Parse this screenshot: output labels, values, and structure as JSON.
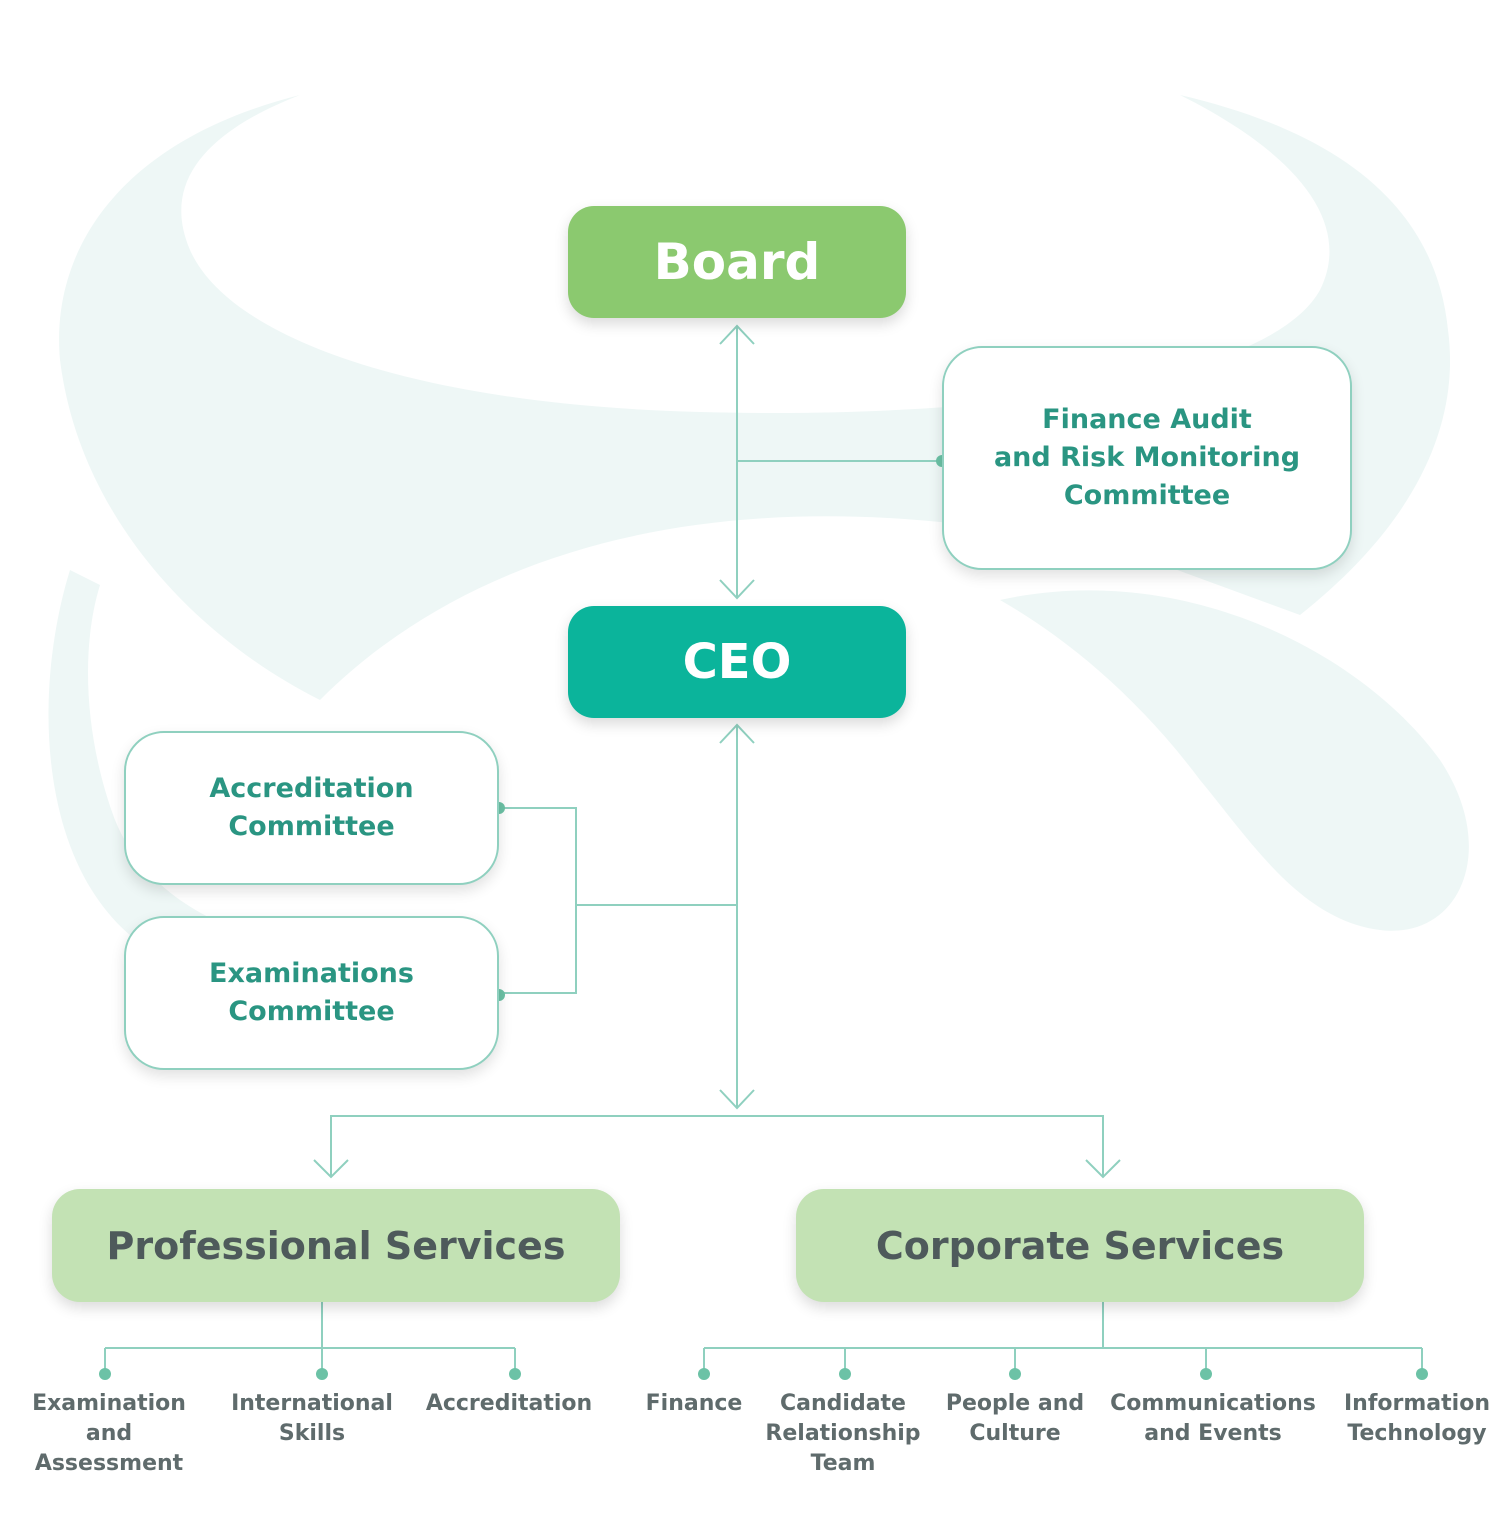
{
  "colors": {
    "board": "#8bc96f",
    "ceo": "#0bb49b",
    "committee_text": "#2a9582",
    "committee_border": "#8fd0bf",
    "service_fill": "#c3e2b4",
    "service_text": "#4e5a5b",
    "unit_text": "#5f6b6c",
    "connector": "#8fd0bf",
    "connector_dot": "#6cc2a6",
    "background_swirl": "#eef7f6"
  },
  "board": {
    "label": "Board"
  },
  "ceo": {
    "label": "CEO"
  },
  "committees": {
    "finance_audit": "Finance Audit\nand Risk Monitoring\nCommittee",
    "accreditation": "Accreditation\nCommittee",
    "examinations": "Examinations\nCommittee"
  },
  "services": {
    "professional": {
      "label": "Professional Services",
      "units": [
        "Examination\nand\nAssessment",
        "International\nSkills",
        "Accreditation"
      ]
    },
    "corporate": {
      "label": "Corporate Services",
      "units": [
        "Finance",
        "Candidate\nRelationship\nTeam",
        "People and\nCulture",
        "Communications\nand Events",
        "Information\nTechnology"
      ]
    }
  }
}
